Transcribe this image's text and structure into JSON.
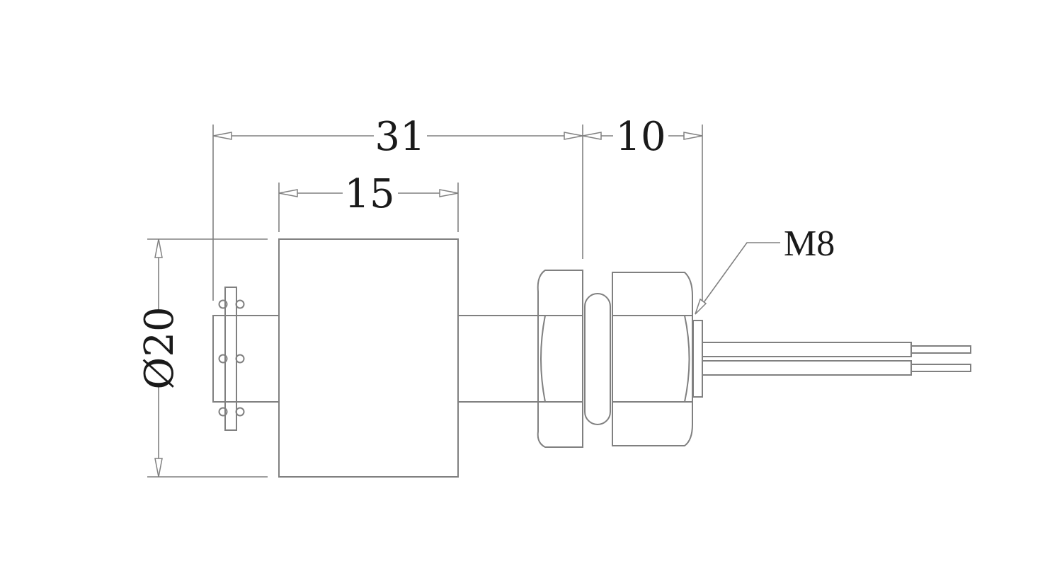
{
  "dimensions": {
    "overall_length": "31",
    "float_length": "15",
    "thread_length": "10",
    "diameter": "Ø20"
  },
  "callouts": {
    "thread_size": "M8"
  },
  "colors": {
    "line": "#808080",
    "text": "#1a1a1a",
    "background": "#ffffff"
  }
}
